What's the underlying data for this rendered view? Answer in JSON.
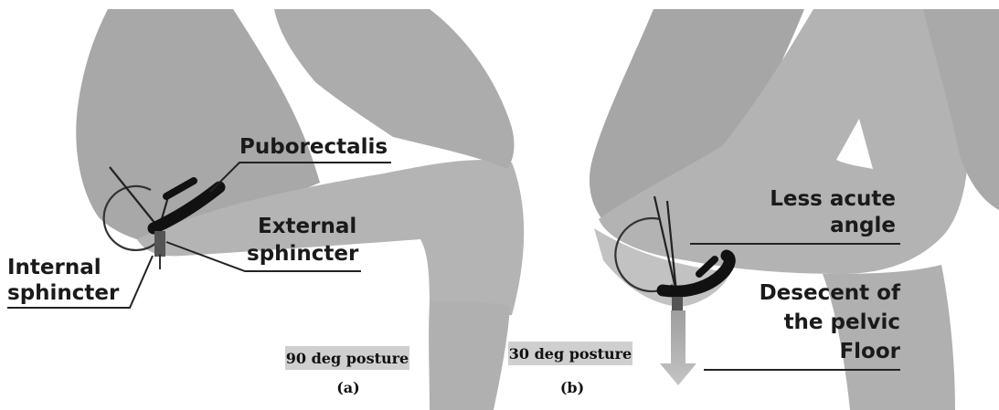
{
  "panel_a": {
    "labels": {
      "puborectalis": "Puborectalis",
      "external_1": "External",
      "external_2": "sphincter",
      "internal_1": "Internal",
      "internal_2": "sphincter"
    },
    "posture": "90 deg posture",
    "caption": "(a)"
  },
  "panel_b": {
    "labels": {
      "less_acute_1": "Less acute",
      "less_acute_2": "angle",
      "descent_1": "Desecent of",
      "descent_2": "the pelvic",
      "descent_3": "Floor"
    },
    "posture": "30 deg posture",
    "caption": "(b)"
  }
}
